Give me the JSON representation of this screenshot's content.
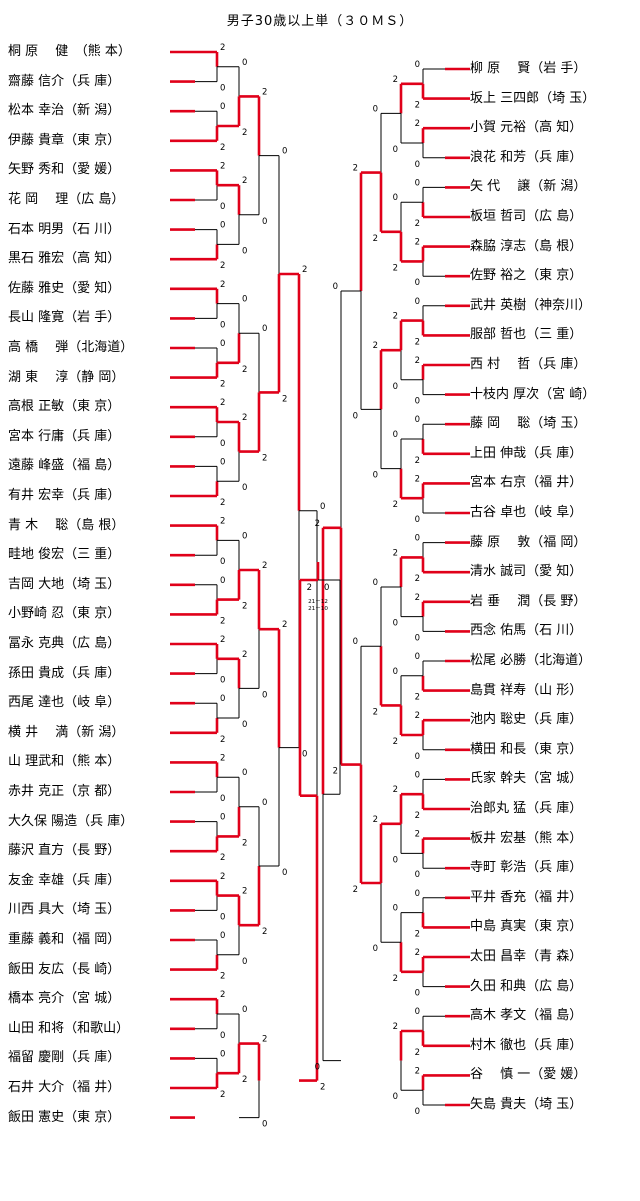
{
  "title": "男子30歳以上単（３０ＭＳ）",
  "left_players": [
    "桐 原　 健　（熊 本）",
    "齋藤 信介（兵 庫）",
    "松本 幸治（新 潟）",
    "伊藤 貴章（東 京）",
    "矢野 秀和（愛 媛）",
    "花 岡　 理（広 島）",
    "石本 明男（石 川）",
    "黒石 雅宏（高 知）",
    "佐藤 雅史（愛 知）",
    "長山 隆寛（岩 手）",
    "高 橋　 弾（北海道）",
    "湖 東　 淳（静 岡）",
    "高根 正敏（東 京）",
    "宮本 行庸（兵 庫）",
    "遠藤 峰盛（福 島）",
    "有井 宏幸（兵 庫）",
    "青 木　 聡（島 根）",
    "畦地 俊宏（三 重）",
    "吉岡 大地（埼 玉）",
    "小野崎 忍（東 京）",
    "冨永 克典（広 島）",
    "孫田 貴成（兵 庫）",
    "西尾 達也（岐 阜）",
    "横 井　 満（新 潟）",
    "山 理武和（熊 本）",
    "赤井 克正（京 都）",
    "大久保 陽造（兵 庫）",
    "藤沢 直方（長 野）",
    "友金 幸雄（兵 庫）",
    "川西 具大（埼 玉）",
    "重藤 義和（福 岡）",
    "飯田 友広（長 崎）",
    "橋本 亮介（宮 城）",
    "山田 和将（和歌山）",
    "福留 慶剛（兵 庫）",
    "石井 大介（福 井）",
    "飯田 憲史（東 京）"
  ],
  "right_players": [
    "柳 原　 賢（岩 手）",
    "坂上 三四郎（埼 玉）",
    "小賀 元裕（高 知）",
    "浪花 和芳（兵 庫）",
    "矢 代　 譲（新 潟）",
    "板垣 哲司（広 島）",
    "森脇 淳志（島 根）",
    "佐野 裕之（東 京）",
    "武井 英樹（神奈川）",
    "服部 哲也（三 重）",
    "西 村　 哲（兵 庫）",
    "十枝内 厚次（宮 崎）",
    "藤 岡　 聡（埼 玉）",
    "上田 伸哉（兵 庫）",
    "宮本 右京（福 井）",
    "古谷 卓也（岐 阜）",
    "藤 原　 敦（福 岡）",
    "清水 誠司（愛 知）",
    "岩 垂　 潤（長 野）",
    "西念 佑馬（石 川）",
    "松尾 必勝（北海道）",
    "島貫 祥寿（山 形）",
    "池内 聡史（兵 庫）",
    "横田 和長（東 京）",
    "氏家 幹夫（宮 城）",
    "治郎丸 猛（兵 庫）",
    "板井 宏基（熊 本）",
    "寺町 彰浩（兵 庫）",
    "平井 香充（福 井）",
    "中島 真実（東 京）",
    "太田 昌幸（青 森）",
    "久田 和典（広 島）",
    "高木 孝文（福 島）",
    "村木 徹也（兵 庫）",
    "谷　 慎 一（愛 媛）",
    "矢島 貴夫（埼 玉）"
  ],
  "final": {
    "left_round_score": "2",
    "right_round_score": "0",
    "games": [
      "21－12",
      "21－10"
    ]
  },
  "colors": {
    "winner_line": "#e0001a",
    "line": "#000000"
  }
}
